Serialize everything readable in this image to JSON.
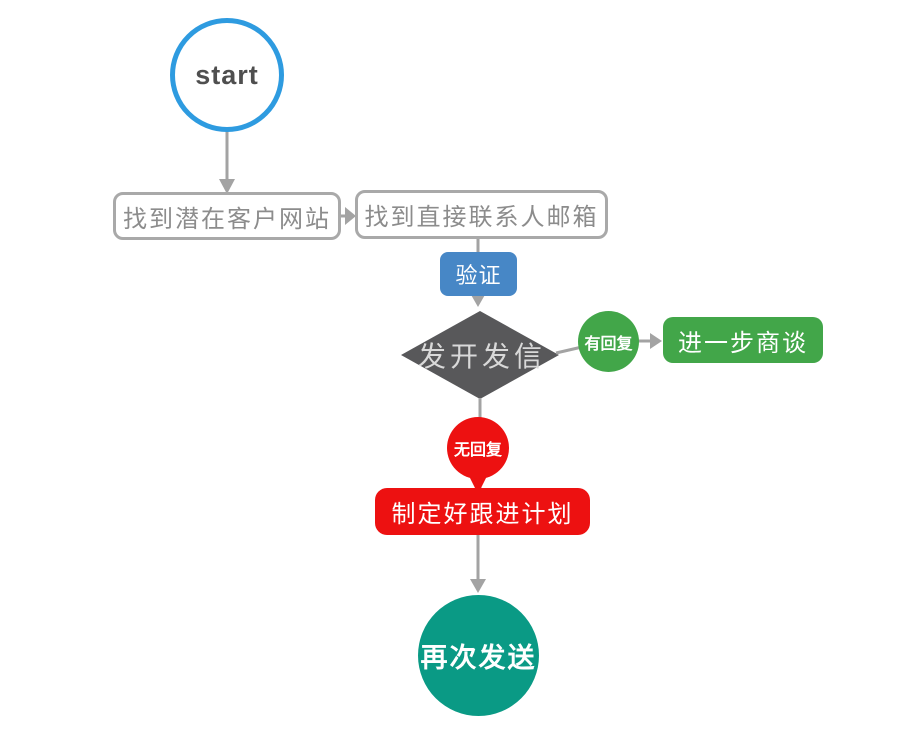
{
  "diagram": {
    "type": "flowchart",
    "nodes": {
      "start": {
        "label": "start",
        "shape": "circle"
      },
      "find_site": {
        "label": "找到潜在客户网站",
        "shape": "rounded-box"
      },
      "find_email": {
        "label": "找到直接联系人邮箱",
        "shape": "rounded-box"
      },
      "verify": {
        "label": "验证",
        "shape": "edge-label-box"
      },
      "send_letter": {
        "label": "发开发信",
        "shape": "diamond"
      },
      "has_reply": {
        "label": "有回复",
        "shape": "edge-label-circle"
      },
      "negotiate": {
        "label": "进一步商谈",
        "shape": "rounded-box"
      },
      "no_reply": {
        "label": "无回复",
        "shape": "edge-label-circle"
      },
      "follow_plan": {
        "label": "制定好跟进计划",
        "shape": "rounded-box"
      },
      "resend": {
        "label": "再次发送",
        "shape": "circle"
      }
    },
    "edges": [
      {
        "from": "start",
        "to": "find_site",
        "label": ""
      },
      {
        "from": "find_site",
        "to": "find_email",
        "label": ""
      },
      {
        "from": "find_email",
        "to": "send_letter",
        "label": "验证"
      },
      {
        "from": "send_letter",
        "to": "negotiate",
        "label": "有回复"
      },
      {
        "from": "send_letter",
        "to": "follow_plan",
        "label": "无回复"
      },
      {
        "from": "follow_plan",
        "to": "resend",
        "label": ""
      }
    ],
    "colors": {
      "start_border": "#2E9BE0",
      "start_text": "#4F4F4F",
      "connector": "#A3A3A3",
      "box_border": "#A9A9A9",
      "box_text": "#8C8C8C",
      "verify_bg": "#4787C6",
      "diamond_bg": "#58585A",
      "diamond_text": "#D9D9D9",
      "green": "#42A649",
      "red": "#ED1111",
      "teal": "#0A9A85",
      "node_text": "#FFFFFF",
      "bg": "#FFFFFF"
    }
  }
}
